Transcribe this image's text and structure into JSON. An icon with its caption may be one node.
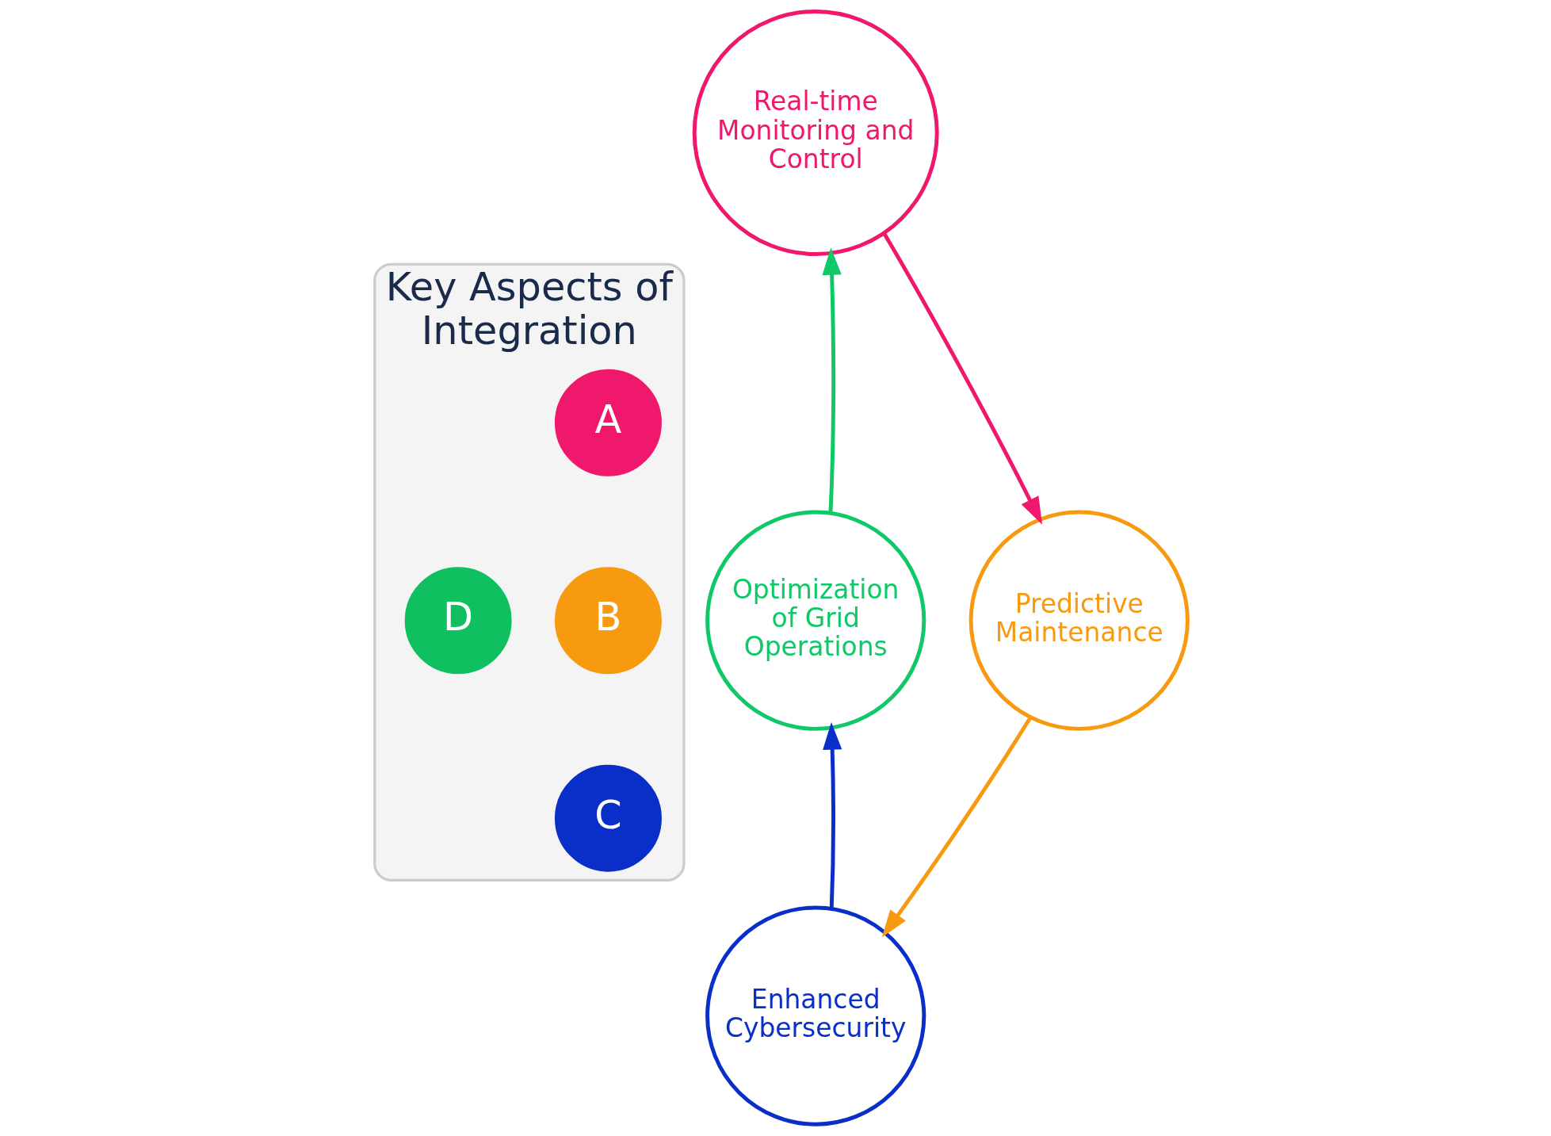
{
  "diagram": {
    "nodes": [
      {
        "text": [
          "Key Aspects of Integration"
        ]
      },
      {
        "text": [
          "A"
        ],
        "in": 0
      },
      {
        "text": [
          "B"
        ],
        "in": 0
      },
      {
        "text": [
          "C"
        ],
        "in": 0
      },
      {
        "text": [
          "D"
        ],
        "in": 0
      },
      {
        "text": [
          "Real-time Monitoring and Control"
        ]
      },
      {
        "text": [
          "Predictive Maintenance"
        ]
      },
      {
        "text": [
          "Enhanced Cybersecurity"
        ]
      },
      {
        "text": [
          "Optimization of Grid Operations"
        ]
      }
    ],
    "edges": [
      {
        "from": 5,
        "to": 6,
        "arrow": "to",
        "color": "#f0186c"
      },
      {
        "from": 6,
        "to": 7,
        "arrow": "to",
        "color": "#f79a10"
      },
      {
        "from": 7,
        "to": 8,
        "arrow": "to",
        "color": "#0a2fc8"
      },
      {
        "from": 8,
        "to": 5,
        "arrow": "to",
        "color": "#10c868"
      }
    ]
  }
}
